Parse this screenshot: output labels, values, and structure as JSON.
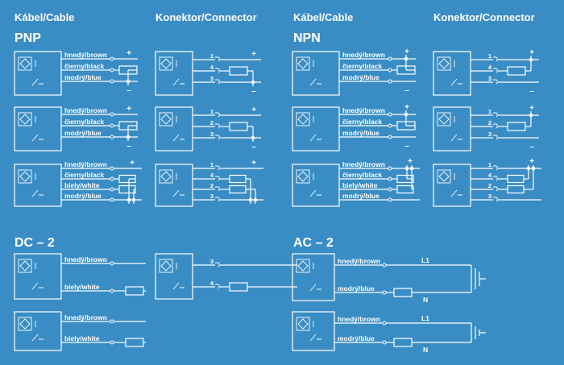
{
  "headers": {
    "cable_left": "Kábel/Cable",
    "connector_left": "Konektor/Connector",
    "cable_right": "Kábel/Cable",
    "connector_right": "Konektor/Connector"
  },
  "sections": {
    "pnp": "PNP",
    "npn": "NPN",
    "dc2": "DC – 2",
    "ac2": "AC – 2"
  },
  "wires": {
    "brown": "hnedý/brown",
    "black": "čierny/black",
    "blue": "modrý/blue",
    "white": "biely/white"
  },
  "pins": {
    "p1": "1",
    "p2": "2",
    "p3": "3",
    "p4": "4"
  },
  "polarity": {
    "plus": "+",
    "minus": "–"
  },
  "ac_terminals": {
    "l1": "L1",
    "n": "N"
  }
}
